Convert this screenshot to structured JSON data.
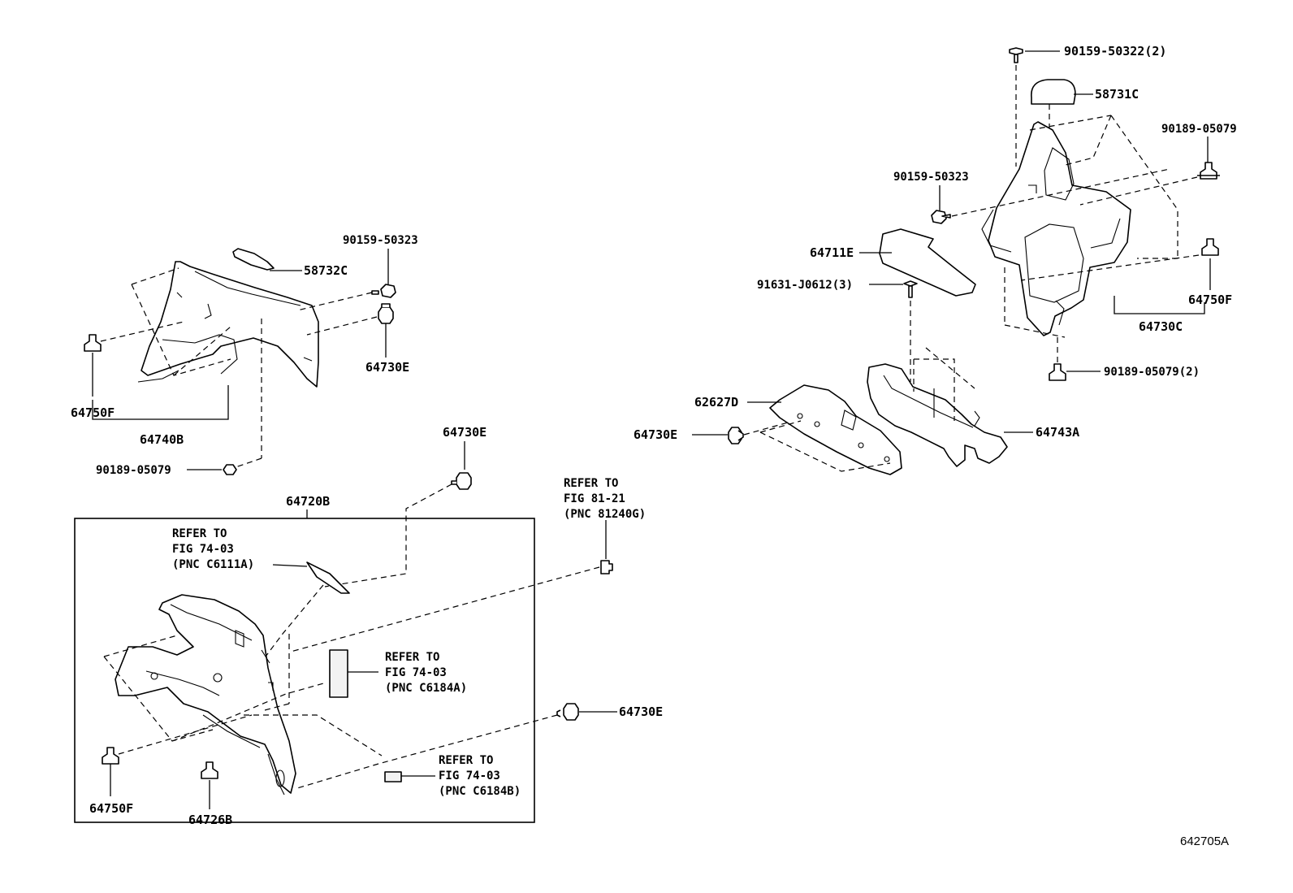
{
  "labels": {
    "p90159_50322": "90159-50322(2)",
    "p58731C": "58731C",
    "p90189_05079_tr": "90189-05079",
    "p90159_50323_r": "90159-50323",
    "p64711E": "64711E",
    "p91631_J0612": "91631-J0612(3)",
    "p64750F_r": "64750F",
    "p64730C": "64730C",
    "p90189_05079_2": "90189-05079(2)",
    "p62627D": "62627D",
    "p64730E_r": "64730E",
    "p64743A": "64743A",
    "p90159_50323_l": "90159-50323",
    "p58732C": "58732C",
    "p64730E_l": "64730E",
    "p64750F_l": "64750F",
    "p64740B": "64740B",
    "p90189_05079_l": "90189-05079",
    "p64730E_mid": "64730E",
    "p64720B": "64720B",
    "p64730E_b": "64730E",
    "p64750F_b": "64750F",
    "p64726B": "64726B"
  },
  "refs": {
    "r1": [
      "REFER TO",
      "FIG 81-21",
      "(PNC 81240G)"
    ],
    "r2": [
      "REFER TO",
      "FIG 74-03",
      "(PNC C6111A)"
    ],
    "r3": [
      "REFER TO",
      "FIG 74-03",
      "(PNC C6184A)"
    ],
    "r4": [
      "REFER TO",
      "FIG 74-03",
      "(PNC C6184B)"
    ]
  },
  "footer": {
    "code": "642705A"
  }
}
